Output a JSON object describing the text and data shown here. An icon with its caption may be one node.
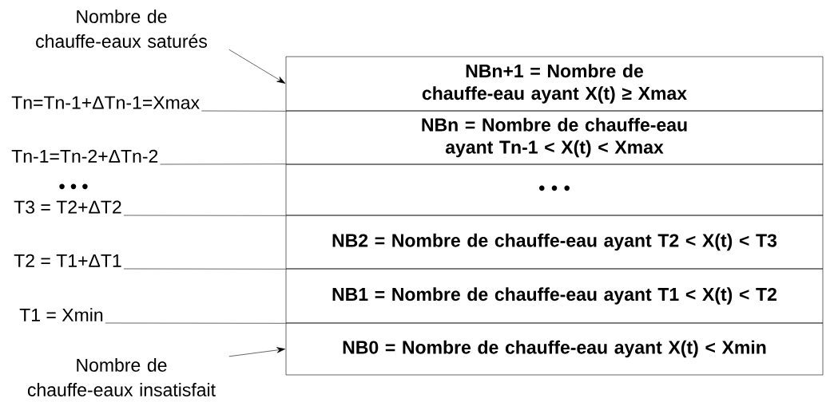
{
  "diagram": {
    "nodes": [
      {
        "text": [
          "Nombre de chauffe-eaux saturés"
        ]
      },
      {
        "text": [
          "NBn+1 = Nombre de chauffe-eau ayant X(t) ≥  Xmax"
        ]
      },
      {
        "text": [
          "NBn = Nombre de chauffe-eau ayant Tn-1  < X(t) < Xmax"
        ]
      },
      {
        "text": [
          "• • •"
        ]
      },
      {
        "text": [
          "NB2 = Nombre de chauffe-eau ayant T2 < X(t) < T3"
        ]
      },
      {
        "text": [
          "NB1 = Nombre de chauffe-eau ayant T1 < X(t) < T2"
        ]
      },
      {
        "text": [
          "NB0 = Nombre de chauffe-eau ayant X(t) < Xmin"
        ]
      },
      {
        "text": [
          "Tn=Tn-1+ΔTn-1=Xmax"
        ]
      },
      {
        "text": [
          "Tn-1=Tn-2+ΔTn-2"
        ]
      },
      {
        "text": [
          "T3 = T2+ΔT2"
        ]
      },
      {
        "text": [
          "T2 = T1+ΔT1"
        ]
      },
      {
        "text": [
          "T1 = Xmin"
        ]
      },
      {
        "text": [
          "Nombre de chauffe-eaux insatisfait"
        ]
      }
    ],
    "edges": [
      {
        "from": 0,
        "to": 1,
        "arrow": "to"
      },
      {
        "from": 12,
        "to": 6,
        "arrow": "to"
      },
      {
        "from": 7,
        "to": 1,
        "arrow": "none"
      },
      {
        "from": 8,
        "to": 3,
        "arrow": "none"
      },
      {
        "from": 9,
        "to": 3,
        "arrow": "none"
      },
      {
        "from": 10,
        "to": 4,
        "arrow": "none"
      },
      {
        "from": 11,
        "to": 5,
        "arrow": "none"
      }
    ],
    "labels": [
      "• • •"
    ]
  }
}
